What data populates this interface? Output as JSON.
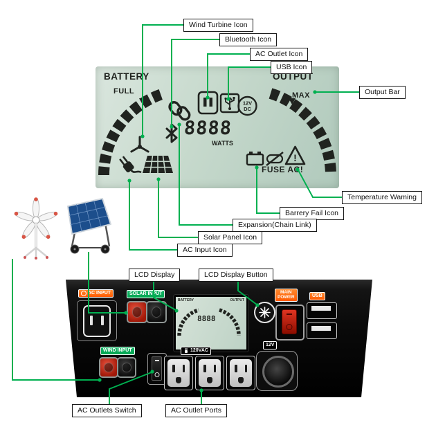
{
  "colors": {
    "callout_green": "#00b050",
    "lcd_bg": "#c6d9cc",
    "lcd_ink": "#20231f",
    "label_orange": "#ff5a00",
    "label_green": "#00a651",
    "panel_black": "#0a0a0a"
  },
  "lcd": {
    "battery_label": "BATTERY",
    "output_label": "OUTPUT",
    "full_label": "FULL",
    "max_label": "MAX",
    "watts_value": "8888",
    "watts_unit": "WATTS",
    "dc_badge_line1": "12V",
    "dc_badge_line2": "DC",
    "warning_mark": "!",
    "fuse_ac_label": "FUSE AC!"
  },
  "callouts": {
    "wind_turbine": "Wind Turbine Icon",
    "bluetooth": "Bluetooth Icon",
    "ac_outlet": "AC Outlet Icon",
    "usb": "USB Icon",
    "output_bar": "Output Bar",
    "temperature_warning": "Temperature Waming",
    "battery_fail": "Barrery Fail Icon",
    "expansion": "Expansion(Chain Link)",
    "solar_panel": "Solar Panel Icon",
    "ac_input": "AC Input Icon",
    "lcd_display": "LCD Display",
    "lcd_display_button": "LCD Display Button",
    "ac_outlets_switch": "AC Outlets Switch",
    "ac_outlet_ports": "AC Outlet Ports"
  },
  "panel": {
    "ac_input_label": "AC INPUT",
    "solar_input_label": "SOLAR INPUT",
    "main_power_line1": "MAIN",
    "main_power_line2": "POWER",
    "usb_label": "USB",
    "wind_input_label": "WIND INPUT",
    "vac_label": "120VAC",
    "dc12_label": "12V",
    "mini_lcd": {
      "battery_label": "BATTERY",
      "output_label": "OUTPUT",
      "watts_value": "8888"
    }
  }
}
